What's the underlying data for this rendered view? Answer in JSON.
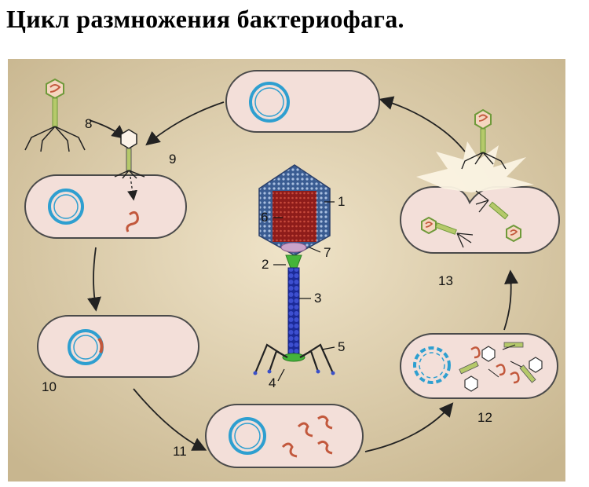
{
  "title": "Цикл размножения бактериофага.",
  "labels": {
    "n1": "1",
    "n2": "2",
    "n3": "3",
    "n4": "4",
    "n5": "5",
    "n6": "6",
    "n7": "7",
    "n8": "8",
    "n9": "9",
    "n10": "10",
    "n11": "11",
    "n12": "12",
    "n13": "13"
  },
  "colors": {
    "background": "#d8c9a6",
    "cell_fill": "#f3dfd9",
    "cell_stroke": "#4a4a4a",
    "dna_ring": "#2e9fd0",
    "phage_dna": "#c2583c",
    "capsid": "#3b5a8a",
    "tail": "#2030a0",
    "collar": "#45b43a",
    "phage_outline": "#6f9a3a"
  }
}
